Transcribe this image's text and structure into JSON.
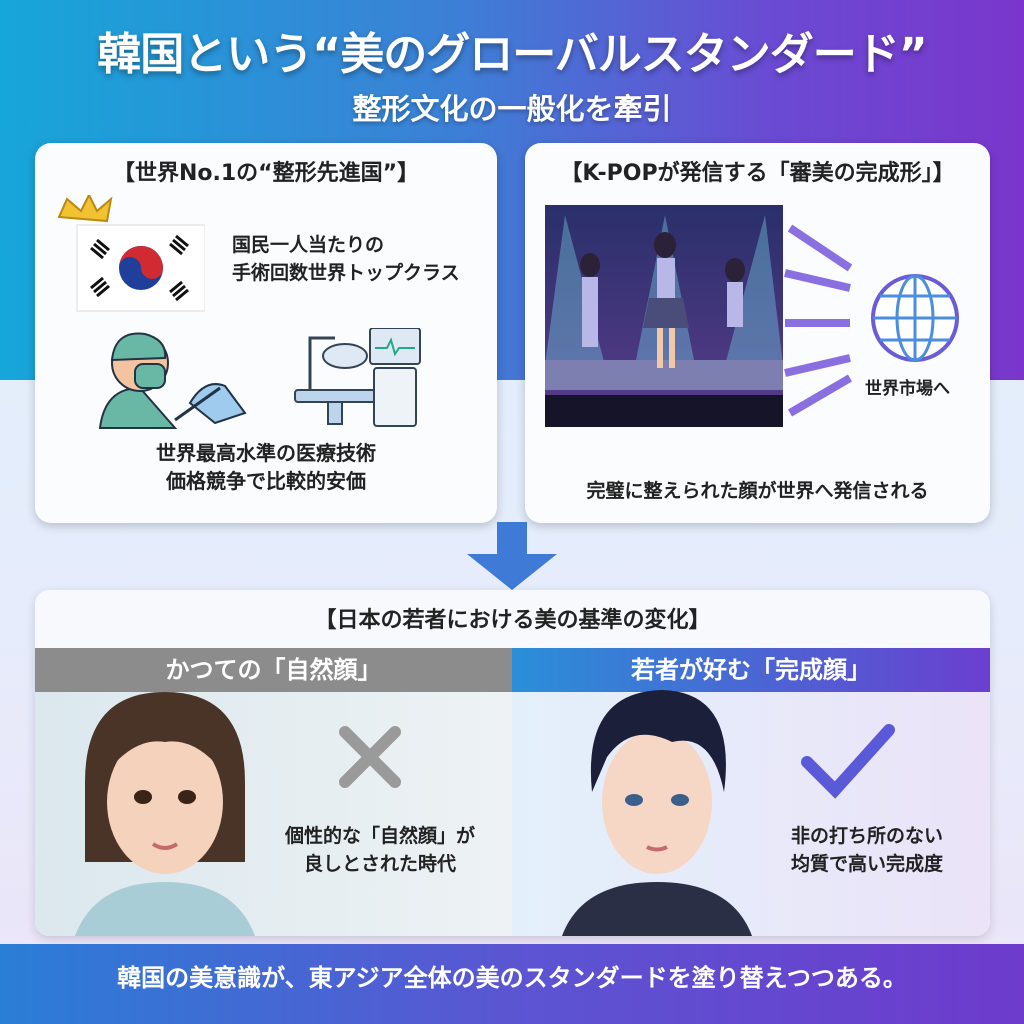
{
  "header": {
    "title": "韓国という“美のグローバルスタンダード”",
    "subtitle": "整形文化の一般化を牽引"
  },
  "left_card": {
    "title": "【世界No.1の“整形先進国”】",
    "point1": [
      "国民一人当たりの",
      "手術回数世界トップクラス"
    ],
    "point2": [
      "世界最高水準の医療技術",
      "価格競争で比較的安価"
    ]
  },
  "right_card": {
    "title": "【K-POPが発信する「審美の完成形」】",
    "globe_label": "世界市場へ",
    "caption": "完璧に整えられた顔が世界へ発信される"
  },
  "comparison": {
    "title": "【日本の若者における美の基準の変化】",
    "before": {
      "label": "かつての「自然顔」",
      "text": [
        "個性的な「自然顔」が",
        "良しとされた時代"
      ]
    },
    "after": {
      "label": "若者が好む「完成顔」",
      "text": [
        "非の打ち所のない",
        "均質で高い完成度"
      ]
    }
  },
  "footer": {
    "text": "韓国の美意識が、東アジア全体の美のスタンダードを塗り替えつつある。"
  },
  "colors": {
    "accent_blue": "#2a8fd8",
    "accent_purple": "#6a3fcf",
    "gray": "#8c8c8c"
  }
}
